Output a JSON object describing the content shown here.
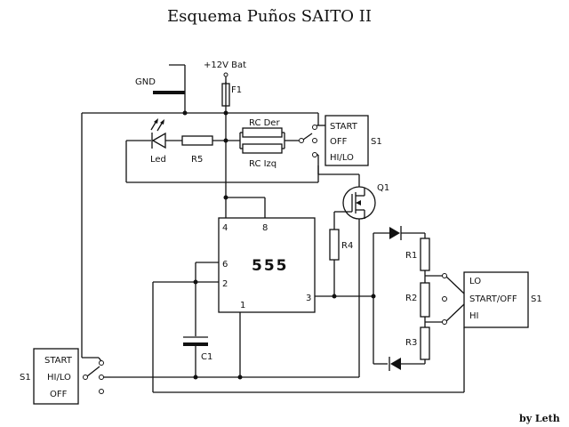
{
  "title": "Esquema Puños SAITO II",
  "author": "by Leth",
  "labels": {
    "gnd": "GND",
    "vbat": "+12V Bat",
    "f1": "F1",
    "led": "Led",
    "r5": "R5",
    "rc_der": "RC Der",
    "rc_izq": "RC Izq",
    "q1": "Q1",
    "r4": "R4",
    "ic": "555",
    "pin4": "4",
    "pin8": "8",
    "pin6": "6",
    "pin2": "2",
    "pin1": "1",
    "pin3": "3",
    "c1": "C1",
    "r1": "R1",
    "r2": "R2",
    "r3": "R3"
  },
  "switch_top": {
    "name": "S1",
    "positions": [
      "START",
      "OFF",
      "HI/LO"
    ]
  },
  "switch_right": {
    "name": "S1",
    "positions": [
      "LO",
      "START/OFF",
      "HI"
    ]
  },
  "switch_left": {
    "name": "S1",
    "positions": [
      "START",
      "HI/LO",
      "OFF"
    ]
  }
}
